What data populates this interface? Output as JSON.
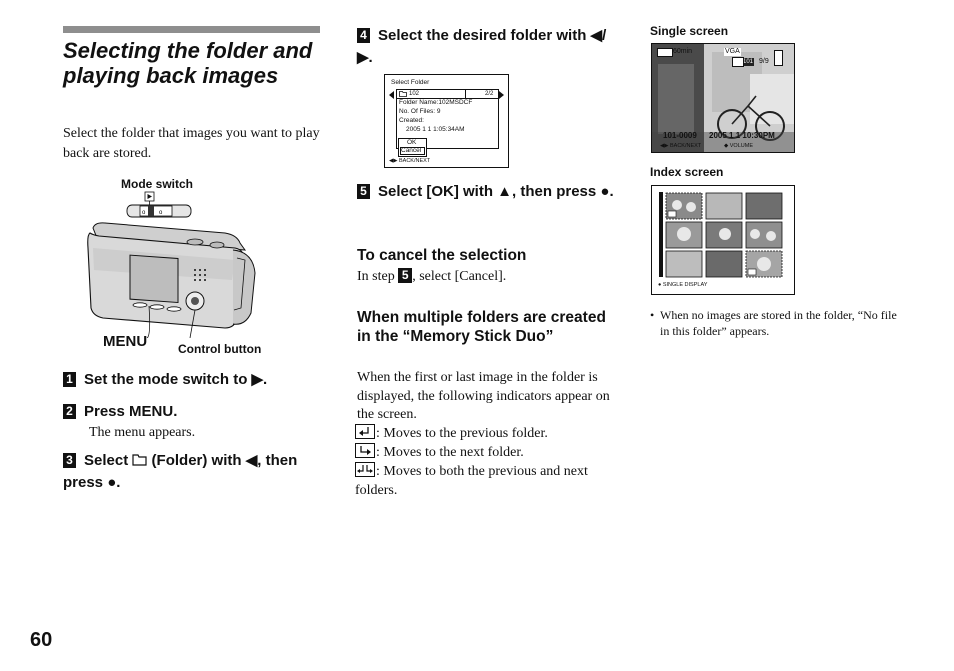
{
  "page": {
    "title": "Selecting the folder and playing back images",
    "intro": "Select the folder that images you want to play back are stored.",
    "page_number": "60"
  },
  "figure_camera": {
    "mode_switch_label": "Mode switch",
    "menu_label": "MENU",
    "control_button_label": "Control button"
  },
  "steps": [
    {
      "num": "1",
      "text": "Set the mode switch to ▶."
    },
    {
      "num": "2",
      "text": "Press MENU.",
      "sub": "The menu appears."
    },
    {
      "num": "3",
      "text_a": "Select",
      "text_b": "(Folder) with ◀, then press ●."
    },
    {
      "num": "4",
      "text": "Select the desired folder with ◀/▶."
    },
    {
      "num": "5",
      "text": "Select [OK] with ▲, then press ●."
    }
  ],
  "folder_screen": {
    "header": "Select Folder",
    "folder": "102",
    "page": "2/2",
    "folder_name": "Folder Name:102MSDCF",
    "files": "No. Of Files:  9",
    "created": "Created:",
    "date": "2005    1    1    1:05:34AM",
    "ok": "OK",
    "cancel": "Cancel",
    "footer": "◀▶ BACK/NEXT"
  },
  "cancel_section": {
    "heading": "To cancel the selection",
    "text_a": "In step",
    "step_ref": "5",
    "text_b": ", select [Cancel]."
  },
  "multi_section": {
    "heading": "When multiple folders are created in the “Memory Stick Duo”",
    "body": "When the first or last image in the folder is displayed, the following indicators appear on the screen.",
    "prev": ": Moves to the previous folder.",
    "next": ": Moves to the next folder.",
    "both": ": Moves to both the previous and next folders."
  },
  "single_screen": {
    "caption": "Single screen",
    "memory": "60min",
    "vga": "VGA",
    "folder_tag": "101",
    "count": "9/9",
    "file": "101-0009",
    "date": "2005   1   1  10:30PM",
    "footer_left": "◀▶ BACK/NEXT",
    "footer_right": "◆ VOLUME"
  },
  "index_screen": {
    "caption": "Index screen",
    "footer": "● SINGLE  DISPLAY"
  },
  "note": "When no images are stored in the folder, “No file in this folder” appears.",
  "colors": {
    "title_rule": "#8e8e8e",
    "text": "#111111"
  }
}
